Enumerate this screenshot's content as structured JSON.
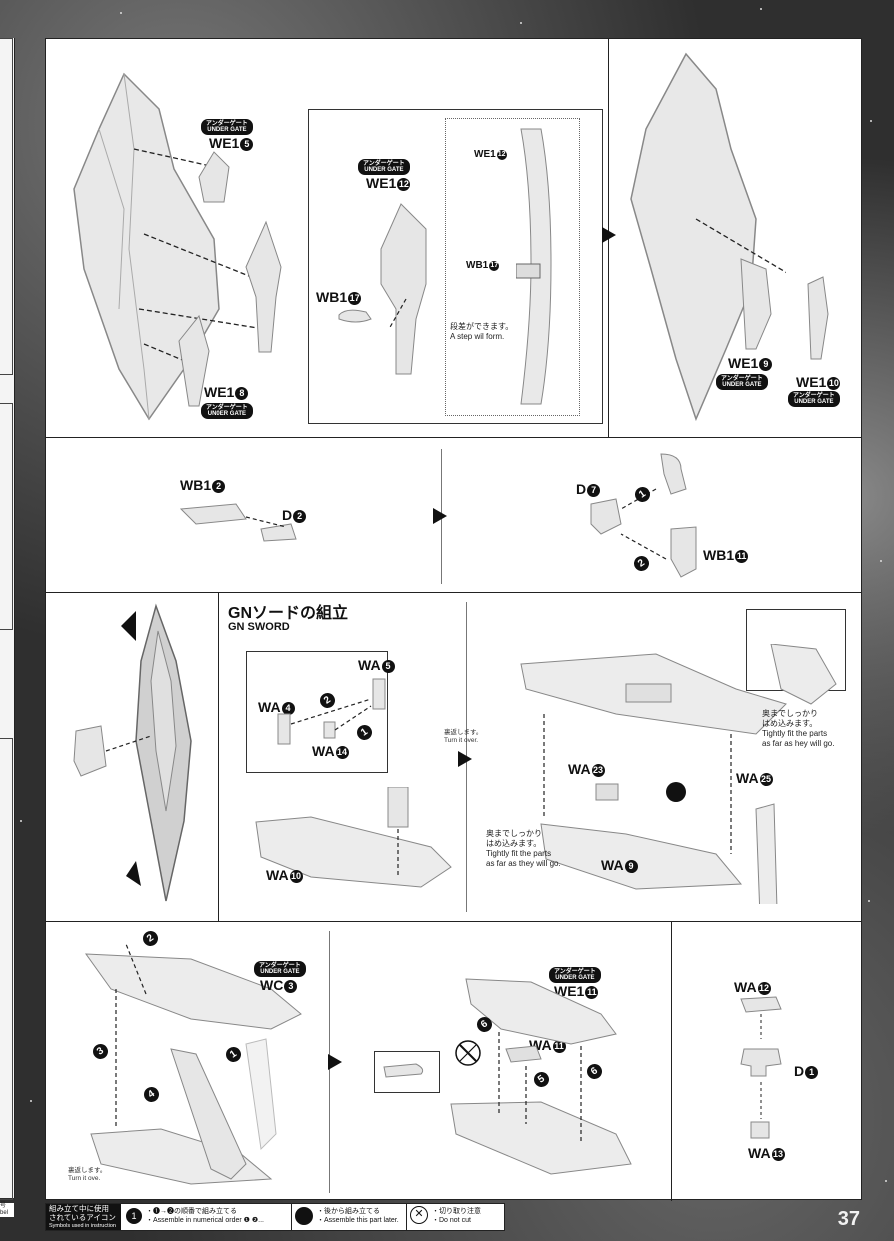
{
  "page": {
    "number": "37"
  },
  "labels": {
    "we1_5": "WE1",
    "we1_5_n": "5",
    "we1_12": "WE1",
    "we1_12_n": "12",
    "wb1_17": "WB1",
    "wb1_17_n": "17",
    "we1_8": "WE1",
    "we1_8_n": "8",
    "we1_9": "WE1",
    "we1_9_n": "9",
    "we1_10": "WE1",
    "we1_10_n": "10",
    "detail_we1_12": "WE1",
    "detail_we1_12_n": "12",
    "detail_wb1_17": "WB1",
    "detail_wb1_17_n": "17",
    "wb1_2": "WB1",
    "wb1_2_n": "2",
    "d2": "D",
    "d2_n": "2",
    "d7": "D",
    "d7_n": "7",
    "wb1_11": "WB1",
    "wb1_11_n": "11",
    "wa5": "WA",
    "wa5_n": "5",
    "wa4": "WA",
    "wa4_n": "4",
    "wa14": "WA",
    "wa14_n": "14",
    "wa10": "WA",
    "wa10_n": "10",
    "wa23": "WA",
    "wa23_n": "23",
    "wa25": "WA",
    "wa25_n": "25",
    "wa9": "WA",
    "wa9_n": "9",
    "wc3": "WC",
    "wc3_n": "3",
    "we1_11": "WE1",
    "we1_11_n": "11",
    "wa11": "WA",
    "wa11_n": "11",
    "wa12": "WA",
    "wa12_n": "12",
    "d1": "D",
    "d1_n": "1",
    "wa13": "WA",
    "wa13_n": "13"
  },
  "under_gate": {
    "jp": "アンダーゲート",
    "en": "UNDER GATE",
    "en_variant": "UN0ER GATE"
  },
  "notes": {
    "step_jp": "段差ができます。",
    "step_en": "A step wil form.",
    "flip_jp": "裏返します。",
    "flip_en": "Turn it over.",
    "flip_en2": "Turn it ove.",
    "fit_right_jp1": "奥までしっかり",
    "fit_right_jp2": "はめ込みます。",
    "fit_right_en1": "Tightly fit the parts",
    "fit_right_en2": "as far as hey will go.",
    "fit_left_jp1": "奥までしっかり",
    "fit_left_jp2": "はめ込みます。",
    "fit_left_en1": "Tightly fit the parts",
    "fit_left_en2": "as far as they will go."
  },
  "section": {
    "title": "GNソードの組立",
    "subtitle": "GN SWORD"
  },
  "steps": {
    "s1": "1",
    "s2": "2",
    "s3": "3",
    "s4": "4",
    "s5": "5",
    "s6": "6"
  },
  "legend": {
    "title_jp1": "組み立て中に使用",
    "title_jp2": "されているアイコン",
    "title_en": "Symbols used in instruction",
    "item1_jp": "・❶→❷の順番で組み立てる",
    "item1_en": "・Assemble in numerical order ❶ ❷...",
    "item2_jp": "・後から組み立てる",
    "item2_en": "・Assemble this part later.",
    "item3_jp": "・切り取り注意",
    "item3_en": "・Do not cut"
  },
  "left_footer": {
    "line1": "号",
    "line2": "bel"
  },
  "colors": {
    "ink": "#111111",
    "part_fill": "#e6e6e6",
    "part_stroke": "#888888",
    "gate": "#111111"
  }
}
